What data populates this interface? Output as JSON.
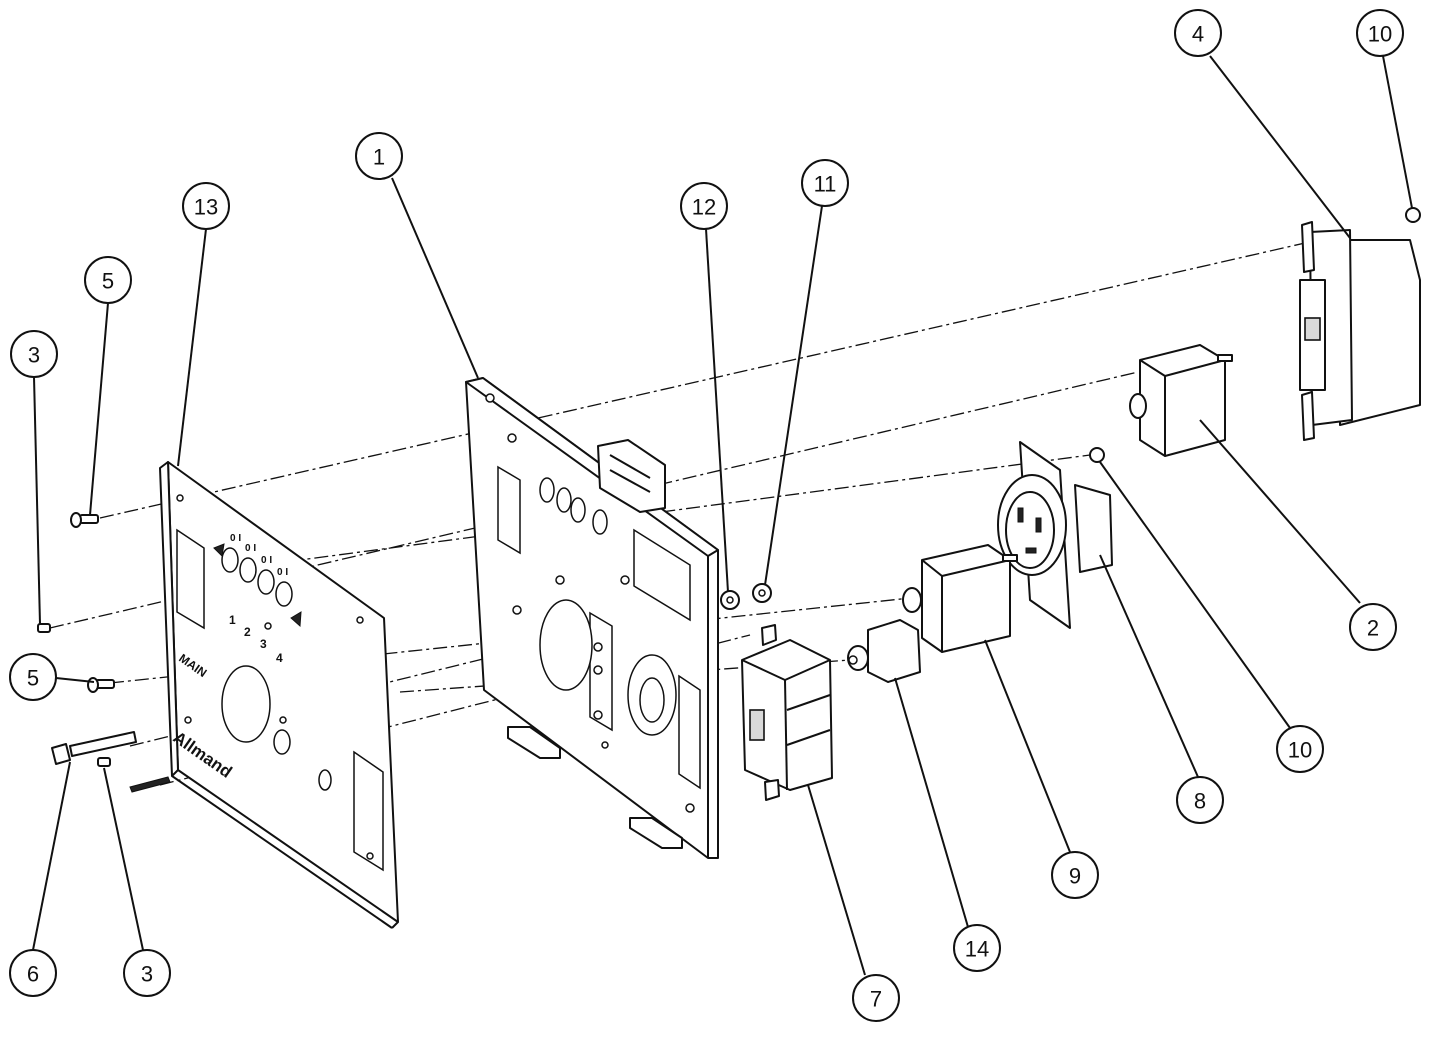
{
  "balloons": [
    {
      "label": "1"
    },
    {
      "label": "13"
    },
    {
      "label": "5"
    },
    {
      "label": "3"
    },
    {
      "label": "5"
    },
    {
      "label": "6"
    },
    {
      "label": "3"
    },
    {
      "label": "12"
    },
    {
      "label": "11"
    },
    {
      "label": "4"
    },
    {
      "label": "10"
    },
    {
      "label": "2"
    },
    {
      "label": "10"
    },
    {
      "label": "8"
    },
    {
      "label": "9"
    },
    {
      "label": "14"
    },
    {
      "label": "7"
    }
  ],
  "faceplate": {
    "brand": "Allmand",
    "main_label": "MAIN",
    "switch_markings": [
      "0 I",
      "0 I",
      "0 I",
      "0 I"
    ],
    "switch_numbers": [
      "1",
      "2",
      "3",
      "4"
    ]
  }
}
